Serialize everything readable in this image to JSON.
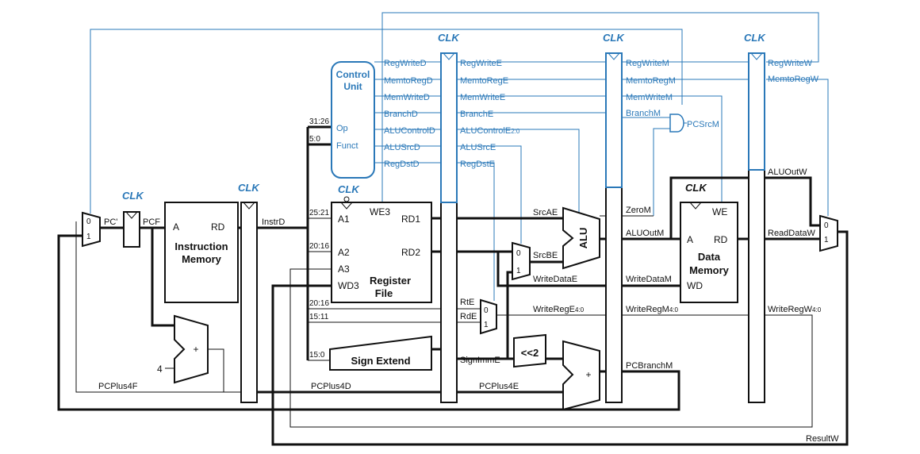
{
  "clock": {
    "label": "CLK"
  },
  "blocks": {
    "instr_mem": {
      "line1": "Instruction",
      "line2": "Memory",
      "port_a": "A",
      "port_rd": "RD"
    },
    "reg_file": {
      "line1": "Register",
      "line2": "File",
      "a1": "A1",
      "a2": "A2",
      "a3": "A3",
      "wd3": "WD3",
      "we3": "WE3",
      "rd1": "RD1",
      "rd2": "RD2"
    },
    "data_mem": {
      "line1": "Data",
      "line2": "Memory",
      "port_a": "A",
      "port_rd": "RD",
      "port_wd": "WD",
      "port_we": "WE"
    },
    "control_unit": {
      "line1": "Control",
      "line2": "Unit",
      "op": "Op",
      "funct": "Funct"
    },
    "sign_extend": {
      "label": "Sign Extend"
    },
    "alu": {
      "label": "ALU"
    },
    "shift": {
      "label": "<<2"
    },
    "plus": "+",
    "const_four": "4"
  },
  "mux_inputs": {
    "zero": "0",
    "one": "1"
  },
  "bit_fields": {
    "op": "31:26",
    "funct": "5:0",
    "rs": "25:21",
    "rt": "20:16",
    "rt2": "20:16",
    "rd": "15:11",
    "imm": "15:0"
  },
  "control_signals": {
    "decode": [
      "RegWriteD",
      "MemtoRegD",
      "MemWriteD",
      "BranchD",
      "ALUControlD",
      "ALUSrcD",
      "RegDstD"
    ],
    "execute": [
      "RegWriteE",
      "MemtoRegE",
      "MemWriteE",
      "BranchE",
      "ALUControlE",
      "ALUSrcE",
      "RegDstE"
    ],
    "execute_alucontrol_subscript": "2:0",
    "memory": [
      "RegWriteM",
      "MemtoRegM",
      "MemWriteM",
      "BranchM"
    ],
    "writeback": [
      "RegWriteW",
      "MemtoRegW"
    ],
    "pcsrc": "PCSrcM"
  },
  "datapath_signals": {
    "pc_next": "PC'",
    "pcf": "PCF",
    "instrd": "InstrD",
    "pcplus4f": "PCPlus4F",
    "pcplus4d": "PCPlus4D",
    "pcplus4e": "PCPlus4E",
    "srcae": "SrcAE",
    "srcbe": "SrcBE",
    "writedatae": "WriteDataE",
    "rte": "RtE",
    "rde": "RdE",
    "writerege": "WriteRegE",
    "writerege_sub": "4:0",
    "signimme": "SignImmE",
    "zerom": "ZeroM",
    "aluoutm": "ALUOutM",
    "writedatam": "WriteDataM",
    "writeregm": "WriteRegM",
    "writeregm_sub": "4:0",
    "pcbranchm": "PCBranchM",
    "aluoutw": "ALUOutW",
    "readdataw": "ReadDataW",
    "writeregw": "WriteRegW",
    "writeregw_sub": "4:0",
    "resultw": "ResultW"
  }
}
